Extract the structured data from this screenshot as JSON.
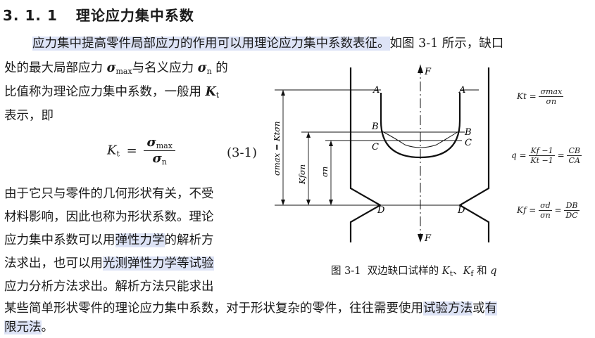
{
  "heading": {
    "number": "3. 1. 1",
    "title": "理论应力集中系数"
  },
  "para1": {
    "line1_highlight": "应力集中提高零件局部应力的作用可以用理论应力集中系数表征。",
    "line1_rest": "如图 3-1 所示，缺口",
    "line2_a": "处的最大局部应力 ",
    "sigma": "σ",
    "max": "max",
    "line2_b": "与名义应力 ",
    "n": "n",
    "line2_c": " 的",
    "line3_a": "比值称为理论应力集中系数，一般用 ",
    "K": "K",
    "t": "t",
    "line4": "表示，即"
  },
  "equation": {
    "lhs": "K",
    "lhs_sub": "t",
    "eq": "=",
    "num": "σ",
    "num_sub": "max",
    "den": "σ",
    "den_sub": "n",
    "label": "(3-1)"
  },
  "para2": {
    "l1": "由于它只与零件的几何形状有关，不受",
    "l2": "材料影响，因此也称为形状系数。理论",
    "l3a": "应力集中系数可以用",
    "l3h": "弹性力学",
    "l3b": "的解析方",
    "l4a": "法求出，也可以用",
    "l4h": "光测弹性力学等试验",
    "l5": "应力分析方法求出。解析方法只能求出",
    "l6a": "某些简单形状零件的理论应力集中系数，对于形状复杂的零件，往往需要使用",
    "l6h": "试验方法",
    "l6b": "或",
    "l6h2": "有",
    "l7h": "限元法",
    "l7b": "。"
  },
  "figure": {
    "force_label": "F",
    "points": {
      "A": "A",
      "B": "B",
      "C": "C",
      "D": "D"
    },
    "dim_labels": {
      "smax": "σmax = Ktσn",
      "kf": "Kfσn",
      "sn": "σn"
    },
    "formulas": {
      "kt": {
        "lhs": "Kt =",
        "num": "σmax",
        "den": "σn"
      },
      "q": {
        "lhs": "q =",
        "num1": "Kf −1",
        "den1": "Kt −1",
        "eq": "=",
        "num2": "CB",
        "den2": "CA"
      },
      "kf": {
        "lhs": "Kf =",
        "num1": "σd",
        "den1": "σn",
        "eq": "=",
        "num2": "DB",
        "den2": "DC"
      }
    },
    "caption": {
      "num": "图 3-1",
      "text": "双边缺口试样的 ",
      "kt": "K",
      "kt_sub": "t",
      "sep": "、",
      "kf": "K",
      "kf_sub": "f",
      "and": " 和 ",
      "q": "q"
    }
  }
}
